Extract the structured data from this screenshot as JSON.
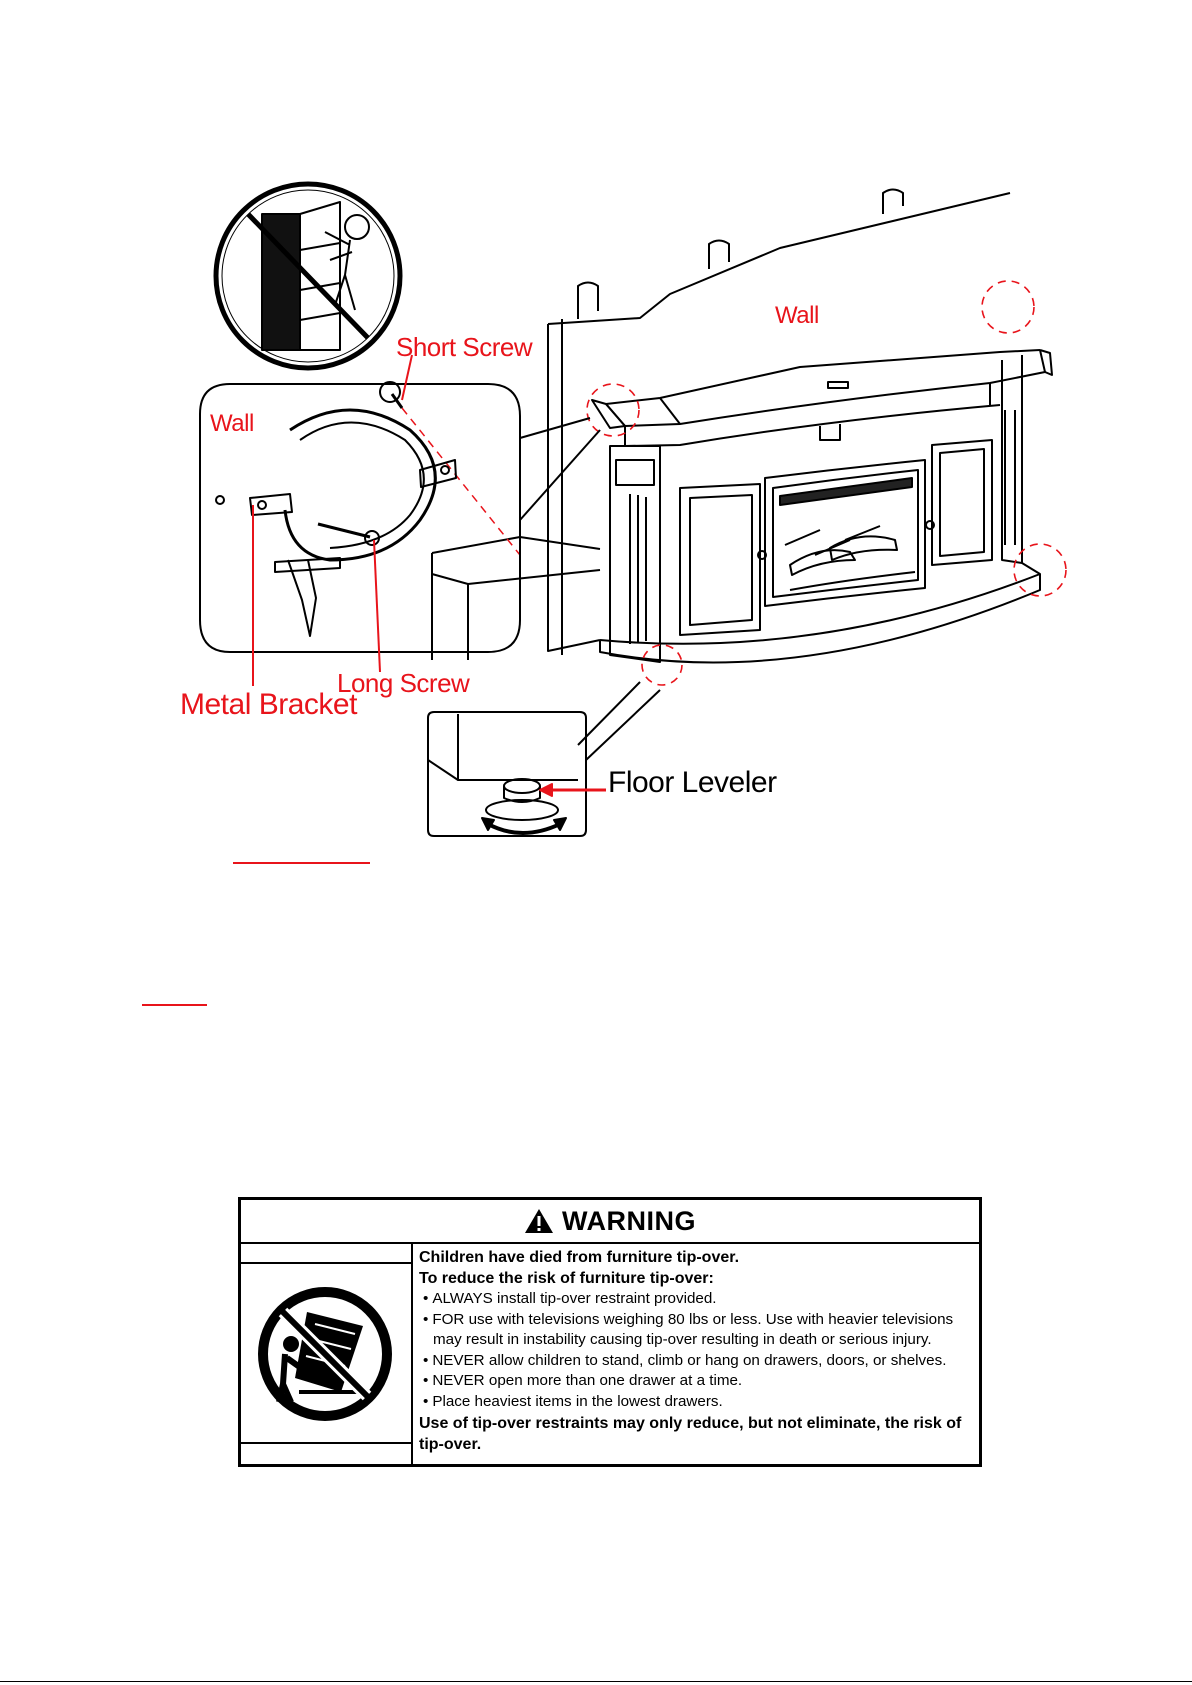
{
  "diagram": {
    "labels": {
      "short_screw": "Short Screw",
      "wall_top": "Wall",
      "wall_inset": "Wall",
      "metal_bracket": "Metal Bracket",
      "long_screw": "Long Screw",
      "floor_leveler": "Floor Leveler"
    }
  },
  "warning": {
    "title": "WARNING",
    "headline_1": "Children have died from furniture tip-over.",
    "headline_2": "To reduce the risk of furniture tip-over:",
    "bullets": [
      "ALWAYS install tip-over restraint provided.",
      "FOR use with televisions weighing 80 lbs or less. Use with heavier televisions may result in instability causing tip-over resulting in death or serious injury.",
      "NEVER allow children to stand, climb or hang on drawers, doors, or shelves.",
      "NEVER open more than one drawer at a time.",
      "Place heaviest items in the lowest drawers."
    ],
    "footer": "Use of tip-over restraints may only reduce, but not eliminate, the risk of tip-over."
  },
  "colors": {
    "accent_red": "#e8141b",
    "ink": "#000000"
  },
  "icons": [
    "no-climbing-icon",
    "warning-triangle-icon",
    "prohibition-icon"
  ]
}
